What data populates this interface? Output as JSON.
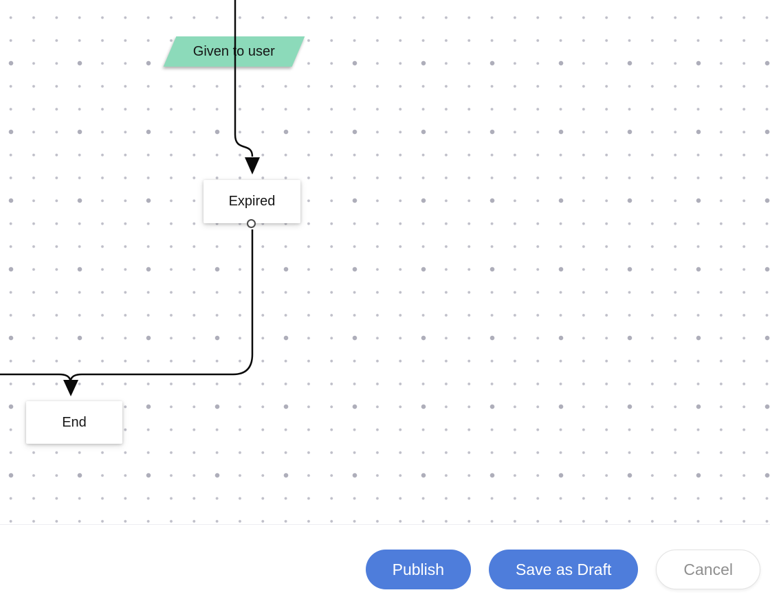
{
  "canvas": {
    "nodes": [
      {
        "id": "given-to-user",
        "type": "parallelogram",
        "label": "Given to user"
      },
      {
        "id": "expired",
        "type": "process-box",
        "label": "Expired"
      },
      {
        "id": "end",
        "type": "process-box",
        "label": "End"
      }
    ],
    "edges": [
      {
        "from": "given-to-user (offscreen-top)",
        "to": "expired"
      },
      {
        "from": "expired",
        "to": "end"
      },
      {
        "from": "offscreen-left",
        "to": "end"
      }
    ],
    "grid": {
      "style": "dotted",
      "small_dot_color": "#bfbfc9",
      "large_dot_color": "#aeaeba"
    }
  },
  "footer": {
    "publish_label": "Publish",
    "save_draft_label": "Save as Draft",
    "cancel_label": "Cancel"
  },
  "colors": {
    "primary_button": "#4e7ddb",
    "primary_button_text": "#ffffff",
    "cancel_text": "#8f8f8f",
    "node_green": "#8cdaba",
    "edge_stroke": "#0a0a0a",
    "canvas_bg": "#ffffff"
  }
}
